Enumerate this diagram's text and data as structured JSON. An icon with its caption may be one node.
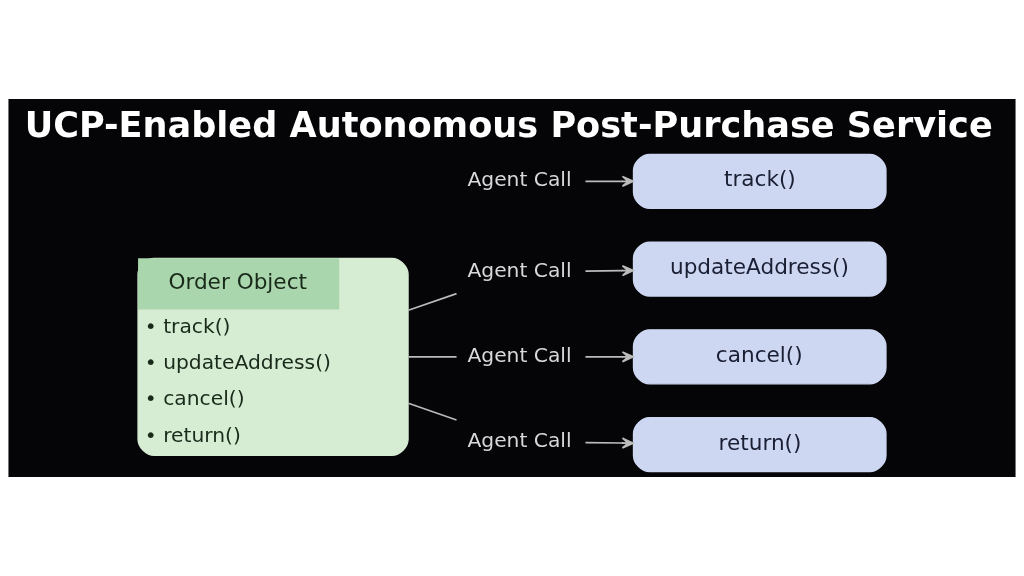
{
  "diagram": {
    "title": "UCP-Enabled Autonomous Post-Purchase Service",
    "nodes": [
      {
        "text": [
          "Order Object",
          "• track()",
          "• updateAddress()",
          "• cancel()",
          "• return()"
        ]
      },
      {
        "text": [
          "Agent Call"
        ]
      },
      {
        "text": [
          "Agent Call"
        ]
      },
      {
        "text": [
          "Agent Call"
        ]
      },
      {
        "text": [
          "Agent Call"
        ]
      },
      {
        "text": [
          "track()"
        ]
      },
      {
        "text": [
          "updateAddress()"
        ]
      },
      {
        "text": [
          "cancel()"
        ]
      },
      {
        "text": [
          "return()"
        ]
      }
    ],
    "edges": [
      {
        "from": 0,
        "to": 2,
        "arrow": "none"
      },
      {
        "from": 0,
        "to": 3,
        "arrow": "none"
      },
      {
        "from": 0,
        "to": 4,
        "arrow": "none"
      },
      {
        "from": 1,
        "to": 5,
        "arrow": "to"
      },
      {
        "from": 2,
        "to": 6,
        "arrow": "to"
      },
      {
        "from": 3,
        "to": 7,
        "arrow": "to"
      },
      {
        "from": 4,
        "to": 8,
        "arrow": "to"
      }
    ]
  }
}
